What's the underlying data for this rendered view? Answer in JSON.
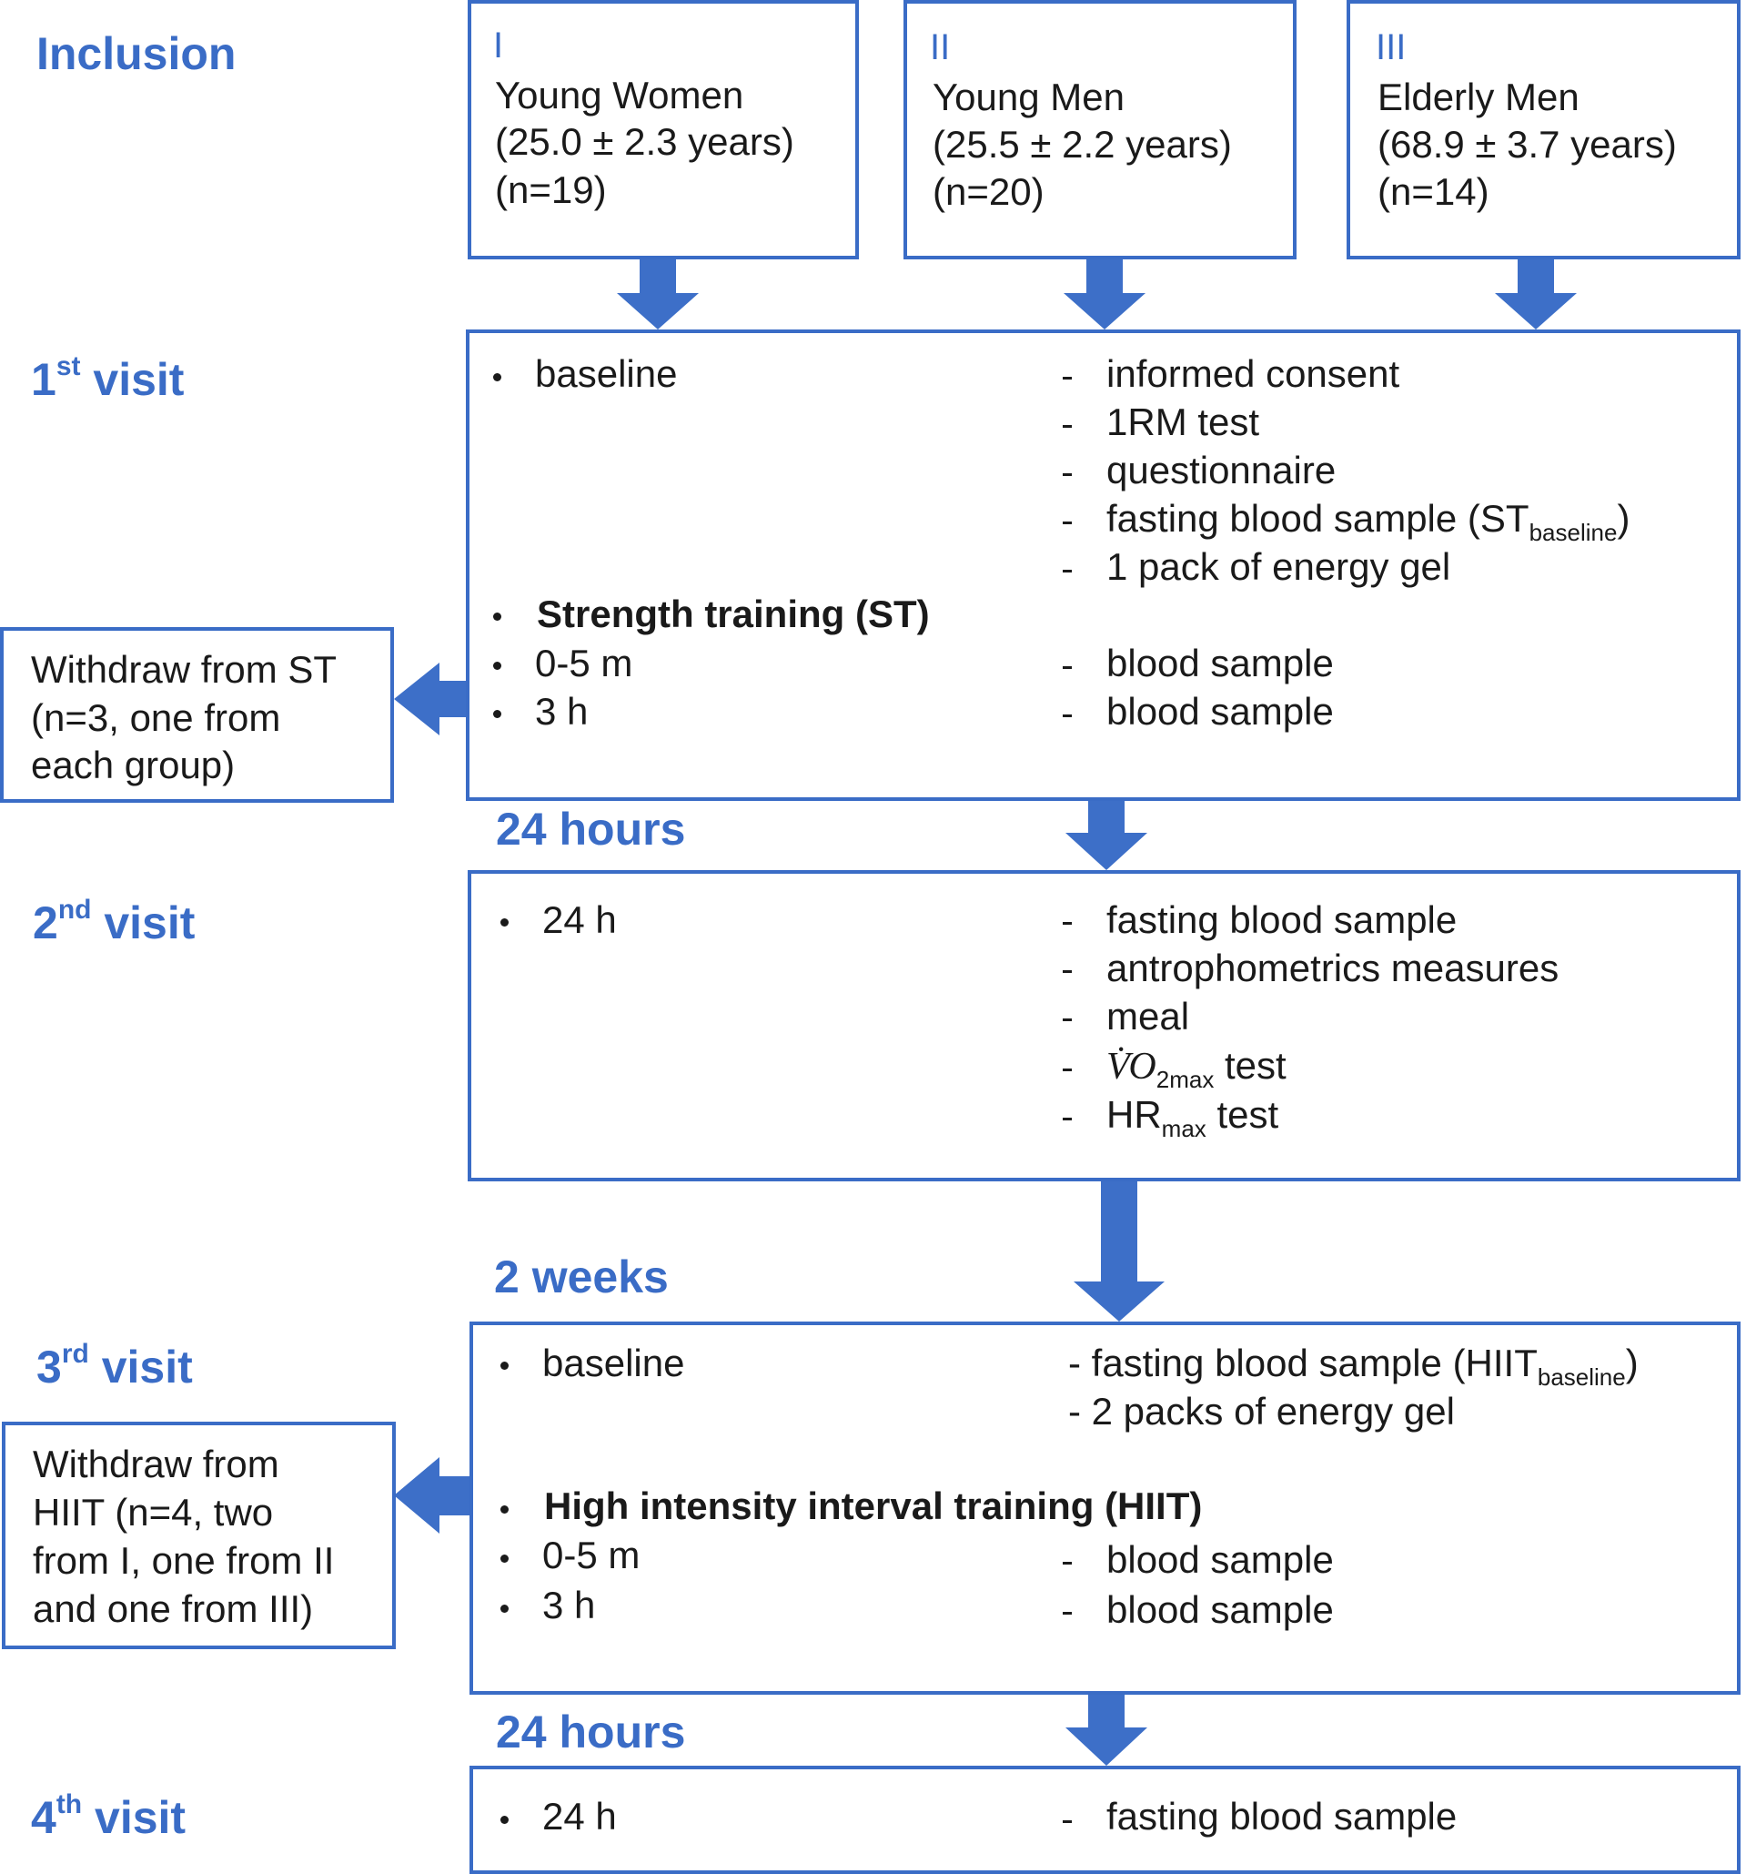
{
  "inclusion_label": "Inclusion",
  "groups": [
    {
      "num": "I",
      "name": "Young  Women",
      "age": "(25.0 ± 2.3 years)",
      "n": "(n=19)"
    },
    {
      "num": "II",
      "name": "Young  Men",
      "age": "(25.5 ± 2.2 years)",
      "n": "(n=20)"
    },
    {
      "num": "III",
      "name": "Elderly Men",
      "age": "(68.9 ± 3.7 years)",
      "n": "(n=14)"
    }
  ],
  "visit1": {
    "ord": "1",
    "sup": "st",
    "word": " visit",
    "baseline": "baseline",
    "items": [
      "informed consent",
      "1RM test",
      "questionnaire",
      "1 pack of energy gel"
    ],
    "fasting_main": "fasting blood sample (ST",
    "fasting_sub": "baseline",
    "fasting_end": ")",
    "training": "Strength training (ST)",
    "t1": "0-5 m",
    "t1_item": "blood sample",
    "t2": "3 h",
    "t2_item": "blood sample"
  },
  "withdraw1": {
    "lines": [
      "Withdraw from ST",
      "(n=3, one from",
      "each group)"
    ]
  },
  "interval1": "24 hours",
  "visit2": {
    "ord": "2",
    "sup": "nd",
    "word": " visit",
    "time": "24 h",
    "items": [
      "fasting blood sample",
      "antrophometrics  measures",
      "meal"
    ],
    "vo2_main": "V̇O",
    "vo2_sub": "2max",
    "vo2_end": " test",
    "hr_main": "HR",
    "hr_sub": "max",
    "hr_end": " test"
  },
  "interval2": "2 weeks",
  "visit3": {
    "ord": "3",
    "sup": "rd",
    "word": " visit",
    "baseline": "baseline",
    "fasting_main": "- fasting blood sample (HIIT",
    "fasting_sub": "baseline",
    "fasting_end": ")",
    "gel": "- 2 packs of energy gel",
    "training": "High intensity interval training (HIIT)",
    "t1": "0-5 m",
    "t1_item": "blood sample",
    "t2": "3 h",
    "t2_item": "blood sample"
  },
  "withdraw2": {
    "lines": [
      "Withdraw from",
      "HIIT  (n=4, two",
      "from I,  one from II",
      "and one from III)"
    ]
  },
  "interval3": "24 hours",
  "visit4": {
    "ord": "4",
    "sup": "th",
    "word": " visit",
    "time": "24 h",
    "item": "fasting blood sample"
  },
  "colors": {
    "accent": "#3a6cc6",
    "text": "#1a1a1a"
  }
}
